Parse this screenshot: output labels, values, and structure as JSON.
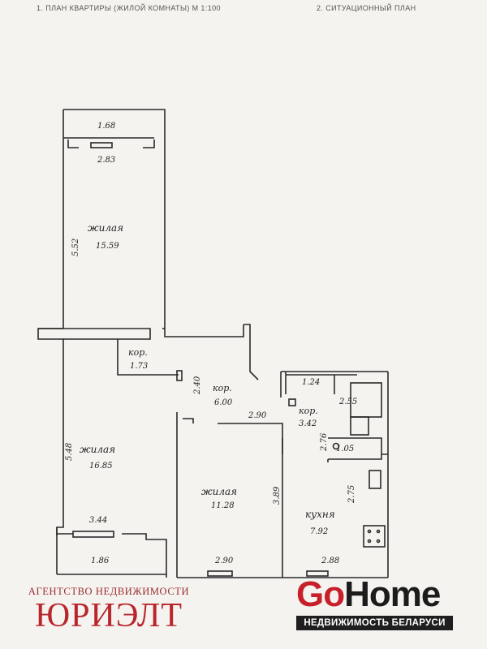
{
  "header": {
    "plan_title": "1. ПЛАН КВАРТИРЫ (ЖИЛОЙ КОМНАТЫ) М 1:100",
    "situation_title": "2. СИТУАЦИОННЫЙ ПЛАН"
  },
  "plan": {
    "labels": {
      "balcony_top": "1.68",
      "top_window": "2.83",
      "room1_name": "жилая",
      "room1_area": "15.59",
      "room1_side": "5.52",
      "corridor_small_name": "кор.",
      "corridor_small_area": "1.73",
      "corridor_width": "2.40",
      "corridor_main_name": "кор.",
      "corridor_main_area": "6.00",
      "room3_top": "2.90",
      "bath": "1.24",
      "wc_top": "2.55",
      "corridor_right_name": "кор.",
      "corridor_right_area": "3.42",
      "corridor_right_side": "2.76",
      "wc_area": "1.05",
      "room2_name": "жилая",
      "room2_area": "16.85",
      "room2_side": "5.48",
      "room3_name": "жилая",
      "room3_area": "11.28",
      "room3_side": "3.89",
      "kitchen_name": "кухня",
      "kitchen_area": "7.92",
      "kitchen_side": "2.75",
      "room2_window": "3.44",
      "balcony_bottom": "1.86",
      "room3_bottom": "2.90",
      "kitchen_bottom": "2.88"
    }
  },
  "branding": {
    "agency_sub": "АГЕНТСТВО НЕДВИЖИМОСТИ",
    "agency_name": "ЮРИЭЛТ",
    "gohome_go": "Go",
    "gohome_home": "Home",
    "gohome_tagline": "НЕДВИЖИМОСТЬ БЕЛАРУСИ"
  }
}
